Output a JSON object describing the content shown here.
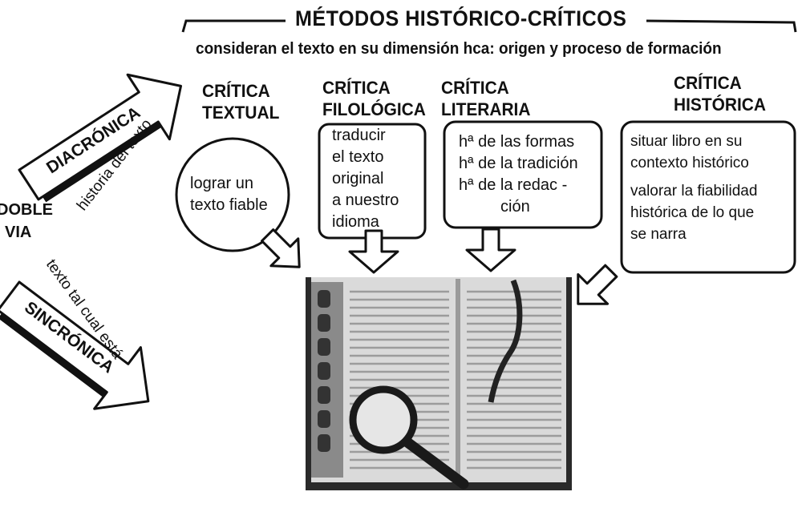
{
  "title": "MÉTODOS HISTÓRICO-CRÍTICOS",
  "subtitle": "consideran el texto en su dimensión hca: origen y proceso de formación",
  "doble_via": [
    "DOBLE",
    "VIA"
  ],
  "diacronica": {
    "label": "DIACRÓNICA",
    "note": "historia del texto"
  },
  "sincronica": {
    "label": "SINCRÓNICA",
    "note": "texto tal cual está"
  },
  "criticas": [
    {
      "heading": [
        "CRÍTICA",
        "TEXTUAL"
      ],
      "lines": [
        "lograr un",
        "texto fiable"
      ]
    },
    {
      "heading": [
        "CRÍTICA",
        "FILOLÓGICA"
      ],
      "lines": [
        "traducir",
        "el texto",
        "original",
        "a nuestro",
        "idioma"
      ]
    },
    {
      "heading": [
        "CRÍTICA",
        "LITERARIA"
      ],
      "lines": [
        "hª de las formas",
        "hª de la tradición",
        "hª de la redac -",
        "ción"
      ]
    },
    {
      "heading": [
        "CRÍTICA",
        "HISTÓRICA"
      ],
      "lines": [
        "situar libro en su",
        "contexto histórico",
        "",
        "valorar la fiabilidad",
        "histórica de lo que",
        "se narra"
      ]
    }
  ]
}
